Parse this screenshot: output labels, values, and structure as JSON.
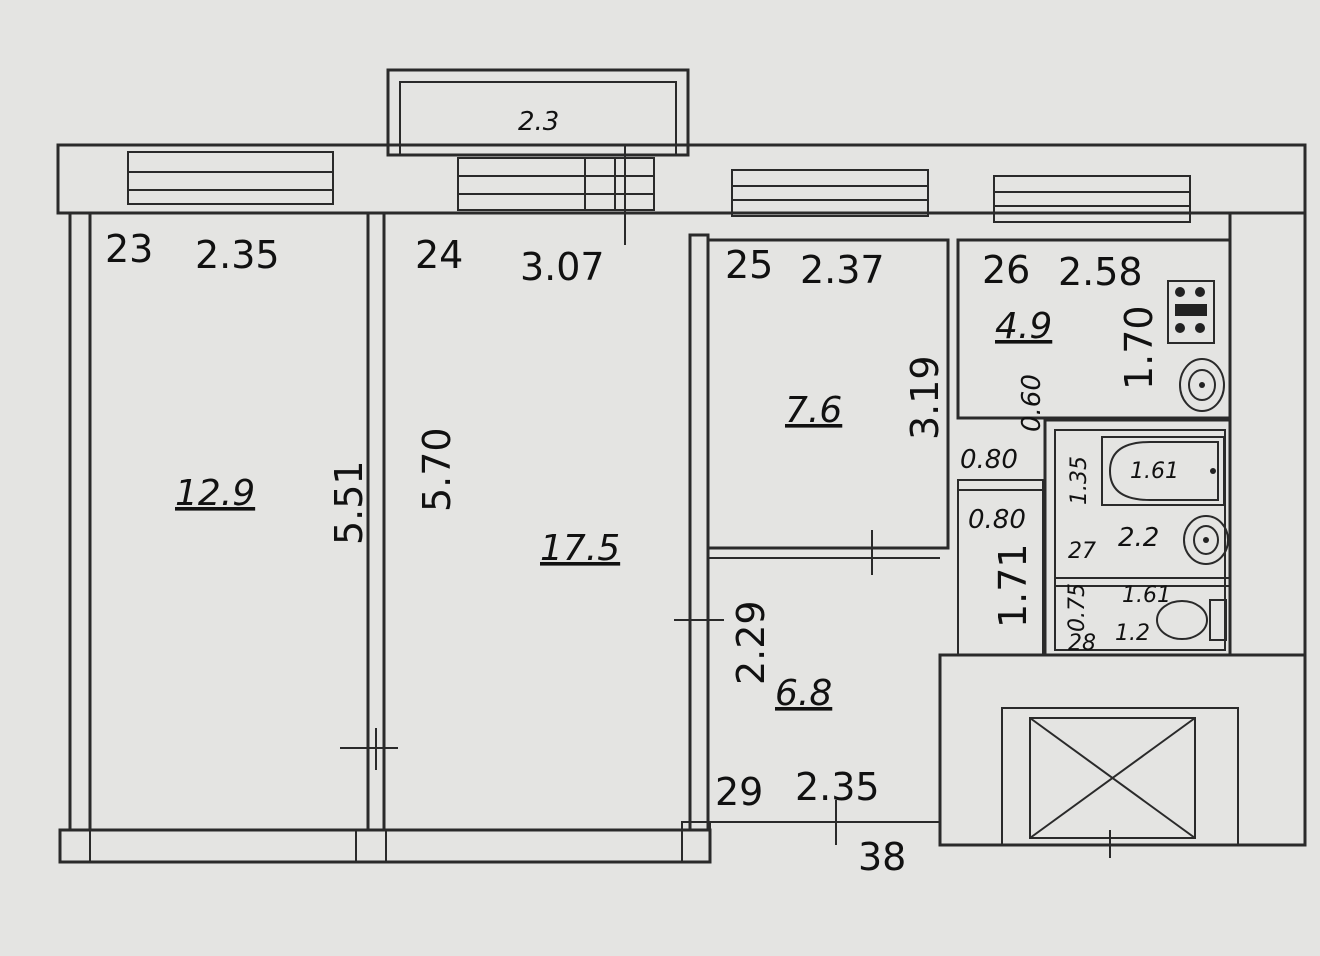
{
  "balcony": {
    "area": "2.3"
  },
  "rooms": [
    {
      "number": "23",
      "width": "2.35",
      "length": "5.51",
      "area": "12.9"
    },
    {
      "number": "24",
      "width": "3.07",
      "length": "5.70",
      "area": "17.5"
    },
    {
      "number": "25",
      "width": "2.37",
      "length": "3.19",
      "area": "7.6"
    },
    {
      "number": "26",
      "width": "2.58",
      "length": "1.70",
      "area": "4.9",
      "extra": "0.60"
    },
    {
      "number": "27",
      "width": "1.61",
      "length": "1.35",
      "area": "2.2"
    },
    {
      "number": "28",
      "width": "1.61",
      "length": "0.75",
      "area": "1.2"
    },
    {
      "number": "29",
      "width": "2.35",
      "length": "2.29",
      "area": "6.8"
    }
  ],
  "dims": {
    "d1": "0.80",
    "d2": "0.80",
    "d3": "1.71",
    "stair": "38"
  }
}
